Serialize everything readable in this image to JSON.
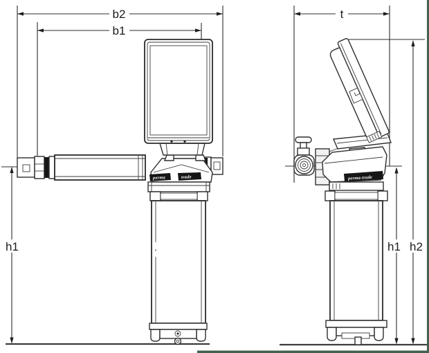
{
  "diagram": {
    "type": "technical-dimension-drawing",
    "views": {
      "front": "front-view",
      "side": "side-view"
    },
    "dimensions": {
      "b2": "b2",
      "b1": "b1",
      "t": "t",
      "h1_front": "h1",
      "h1_side": "h1",
      "h2": "h2"
    },
    "branding": {
      "front_left": "perma",
      "front_right": "trade",
      "side": "perma-trade"
    },
    "colors": {
      "line": "#2e2e2e",
      "background": "#ffffff",
      "scan_border": "#44604f"
    }
  }
}
